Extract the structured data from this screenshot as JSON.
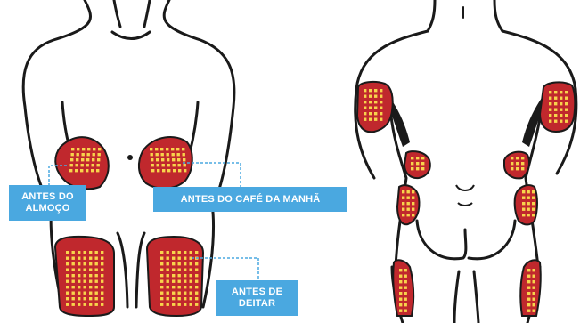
{
  "colors": {
    "outline": "#1a1a1a",
    "site_fill": "#c0282d",
    "dot": "#f7d44c",
    "callout_bg": "#4aa8e0",
    "leader_line": "#4aa8e0"
  },
  "callouts": {
    "lunch": {
      "line1": "ANTES DO",
      "line2": "ALMOÇO"
    },
    "breakfast": {
      "text": "ANTES DO CAFÉ DA MANHÃ"
    },
    "bedtime": {
      "line1": "ANTES DE",
      "line2": "DEITAR"
    }
  },
  "views": {
    "front": {
      "sites": [
        "left-abdomen",
        "right-abdomen",
        "left-thigh",
        "right-thigh"
      ]
    },
    "back": {
      "sites": [
        "left-upper-arm",
        "right-upper-arm",
        "left-flank",
        "right-flank",
        "left-buttock",
        "right-buttock",
        "left-back-thigh",
        "right-back-thigh"
      ]
    }
  }
}
